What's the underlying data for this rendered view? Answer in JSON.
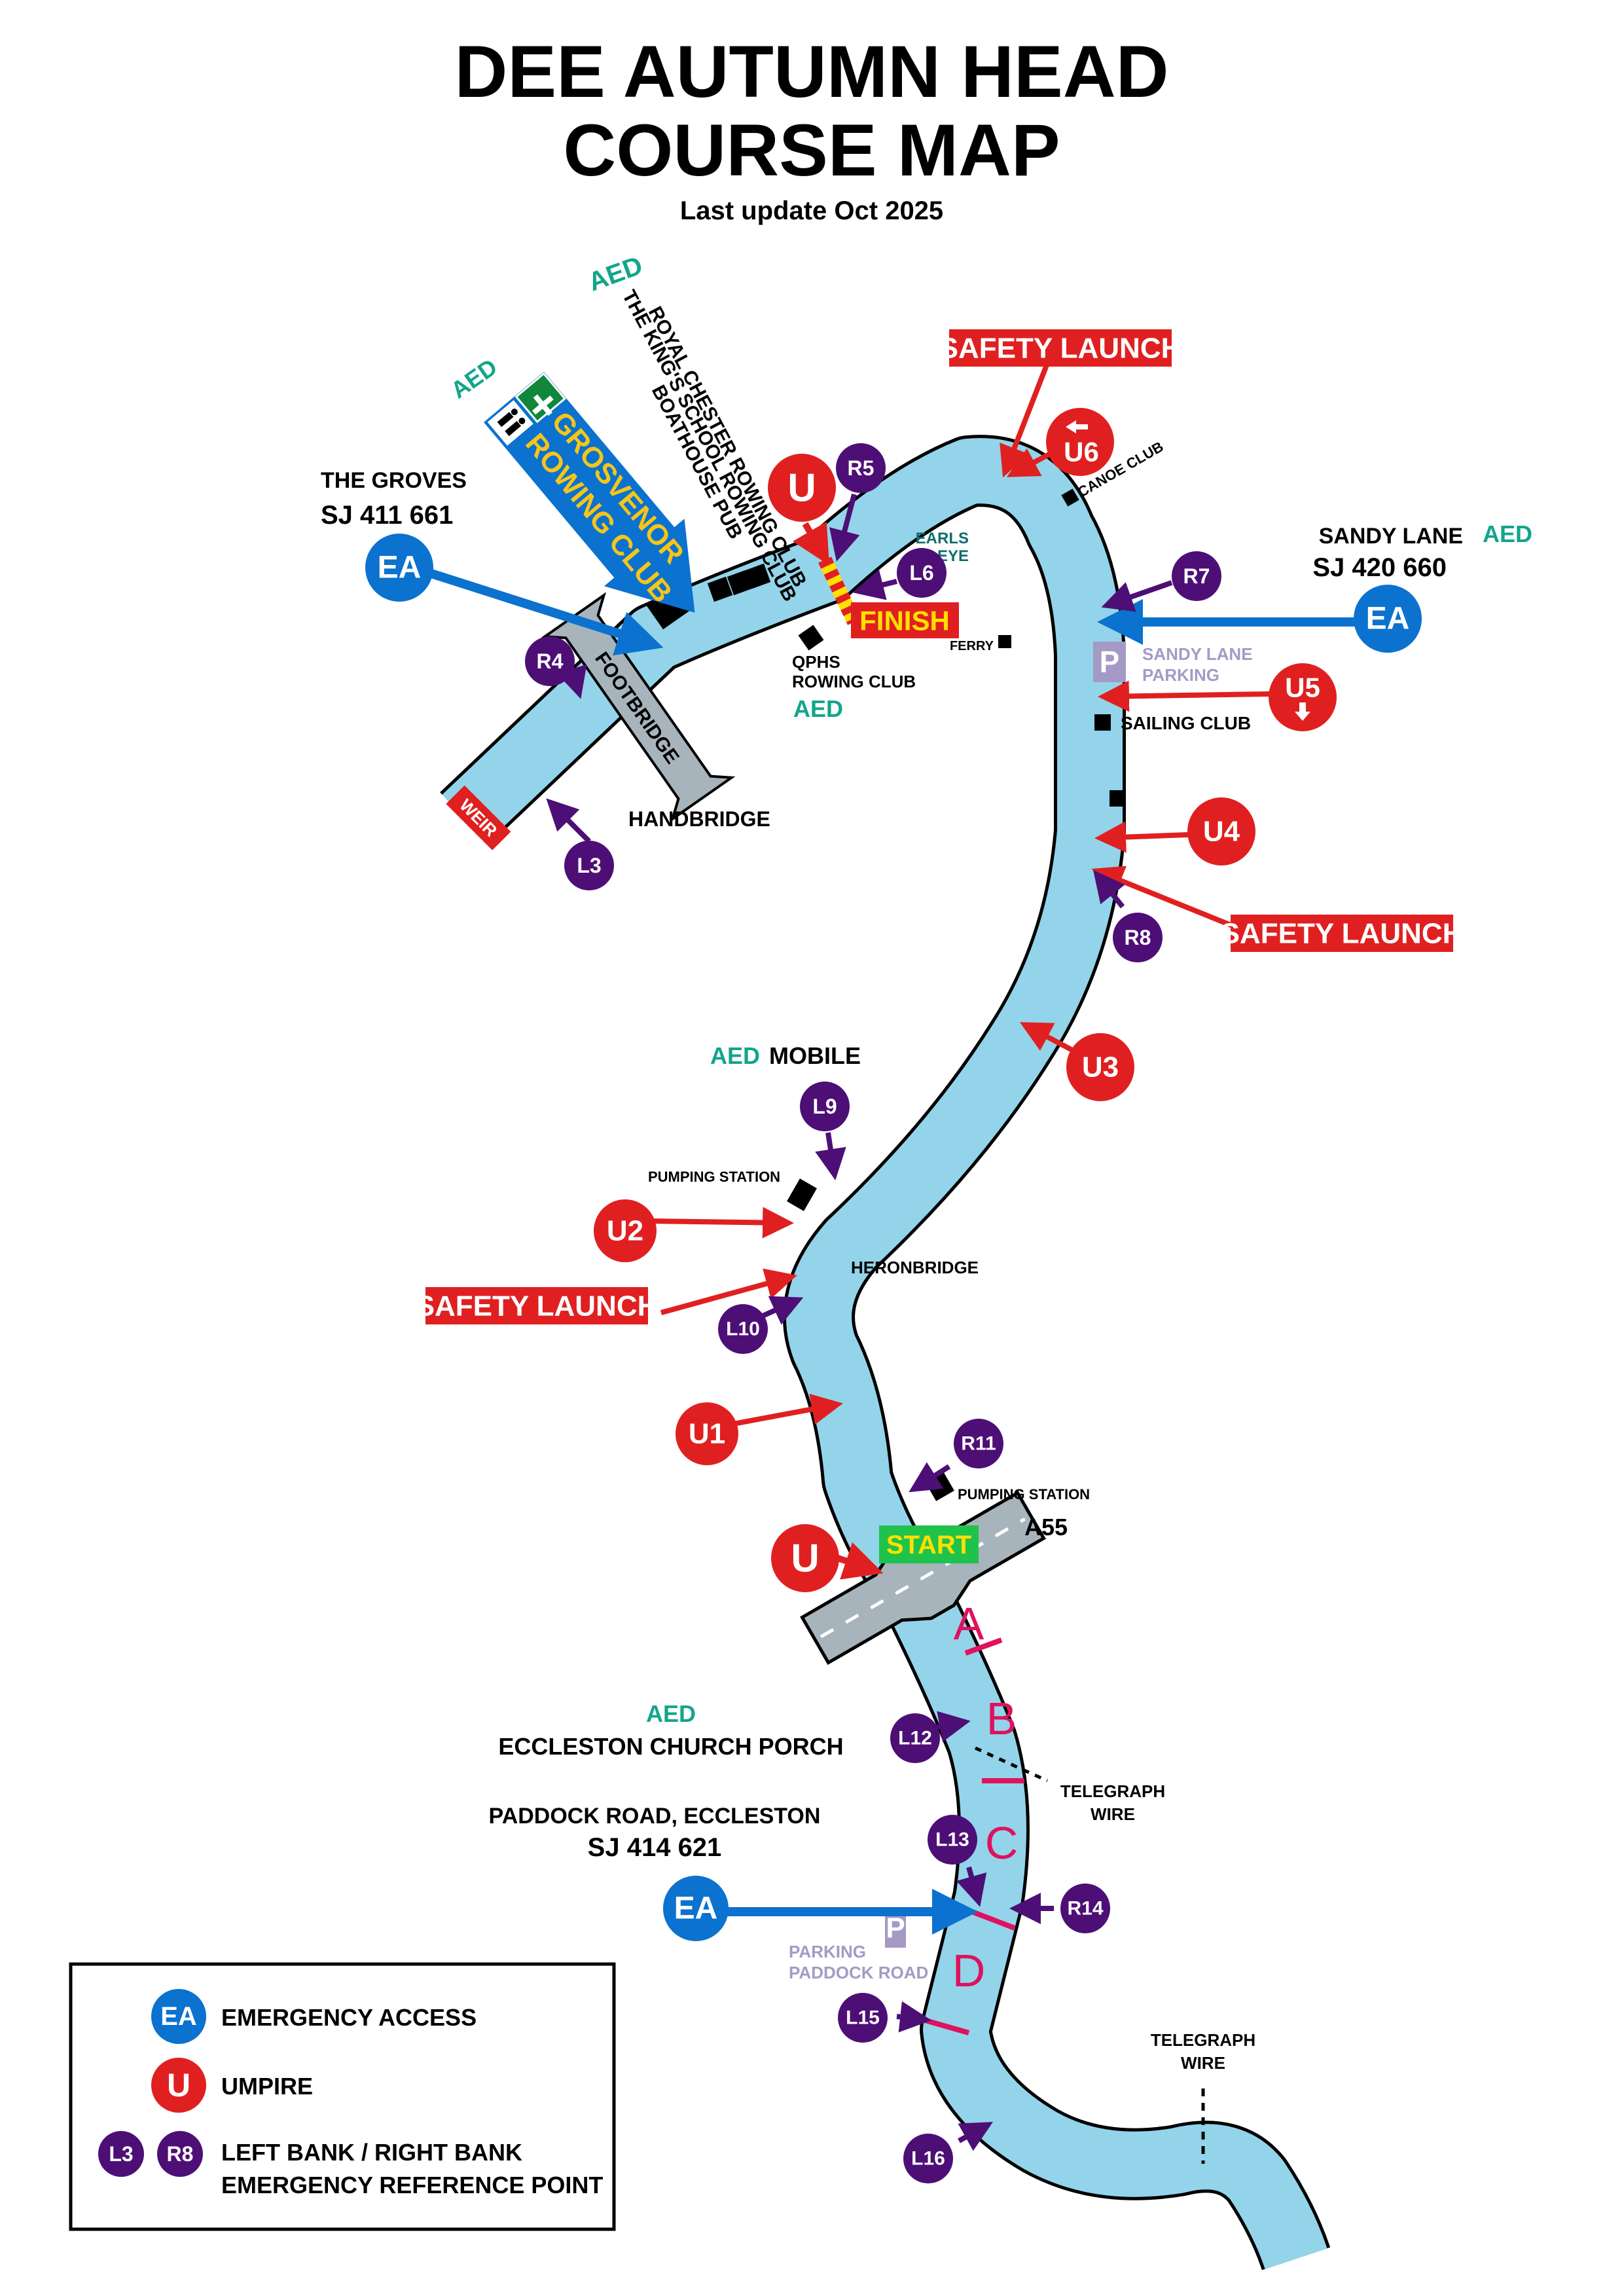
{
  "header": {
    "title_line1": "DEE AUTUMN HEAD",
    "title_line2": "COURSE MAP",
    "subtitle": "Last update Oct 2025"
  },
  "colors": {
    "river": "#93d4ea",
    "emergency_access": "#0b72cf",
    "umpire": "#e02020",
    "bank_point": "#4d0f76",
    "aed": "#12a58b",
    "parking": "#a49ac5",
    "segment_marks": "#e0115e",
    "start": "#1fc24a",
    "bridge": "#a8b4bc"
  },
  "emergency_access": [
    {
      "id": "ea-groves",
      "label": "EA",
      "place": "THE GROVES",
      "grid_ref": "SJ 411 661"
    },
    {
      "id": "ea-sandy",
      "label": "EA",
      "place": "SANDY LANE",
      "grid_ref": "SJ 420 660",
      "aed": "AED"
    },
    {
      "id": "ea-paddock",
      "label": "EA",
      "place": "PADDOCK ROAD, ECCLESTON",
      "grid_ref": "SJ 414 621"
    }
  ],
  "umpires": [
    {
      "id": "u-finish",
      "label": "U"
    },
    {
      "id": "u6",
      "label": "U6",
      "note_icon": "arrow-left-icon"
    },
    {
      "id": "u5",
      "label": "U5",
      "note_icon": "arrow-down-icon"
    },
    {
      "id": "u4",
      "label": "U4"
    },
    {
      "id": "u3",
      "label": "U3"
    },
    {
      "id": "u2",
      "label": "U2"
    },
    {
      "id": "u1",
      "label": "U1"
    },
    {
      "id": "u-start",
      "label": "U"
    }
  ],
  "bank_points": [
    {
      "id": "l3",
      "label": "L3"
    },
    {
      "id": "r4",
      "label": "R4"
    },
    {
      "id": "r5",
      "label": "R5"
    },
    {
      "id": "l6",
      "label": "L6"
    },
    {
      "id": "r7",
      "label": "R7"
    },
    {
      "id": "r8",
      "label": "R8"
    },
    {
      "id": "l9",
      "label": "L9"
    },
    {
      "id": "l10",
      "label": "L10"
    },
    {
      "id": "r11",
      "label": "R11"
    },
    {
      "id": "l12",
      "label": "L12"
    },
    {
      "id": "l13",
      "label": "L13"
    },
    {
      "id": "r14",
      "label": "R14"
    },
    {
      "id": "l15",
      "label": "L15"
    },
    {
      "id": "l16",
      "label": "L16"
    }
  ],
  "safety_launches": [
    {
      "id": "sl-top",
      "label": "SAFETY LAUNCH"
    },
    {
      "id": "sl-right",
      "label": "SAFETY LAUNCH"
    },
    {
      "id": "sl-left",
      "label": "SAFETY LAUNCH"
    }
  ],
  "markers": {
    "finish": "FINISH",
    "start": "START",
    "weir": "WEIR",
    "footbridge": "FOOTBRIDGE",
    "road": "A55",
    "segments": [
      "A",
      "B",
      "C",
      "D"
    ]
  },
  "places": {
    "grosvenor_line1": "GROSVENOR",
    "grosvenor_line2": "ROWING CLUB",
    "grosvenor_aed": "AED",
    "clubs_aed": "AED",
    "royal_chester": "ROYAL CHESTER ROWING CLUB",
    "kings_school": "THE KING'S SCHOOL ROWING CLUB",
    "boathouse_pub": "BOATHOUSE PUB",
    "qphs_line1": "QPHS",
    "qphs_line2": "ROWING CLUB",
    "qphs_aed": "AED",
    "earls_eye_line1": "EARLS",
    "earls_eye_line2": "EYE",
    "ferry": "FERRY",
    "canoe_club": "CANOE CLUB",
    "sandy_parking_line1": "SANDY LANE",
    "sandy_parking_line2": "PARKING",
    "sailing_club": "SAILING CLUB",
    "handbridge": "HANDBRIDGE",
    "aed_mobile_aed": "AED",
    "aed_mobile": "MOBILE",
    "pumping_station_1": "PUMPING STATION",
    "heronbridge": "HERONBRIDGE",
    "pumping_station_2": "PUMPING STATION",
    "eccleston_aed": "AED",
    "eccleston_church": "ECCLESTON CHURCH PORCH",
    "telegraph_1_line1": "TELEGRAPH",
    "telegraph_1_line2": "WIRE",
    "telegraph_2_line1": "TELEGRAPH",
    "telegraph_2_line2": "WIRE",
    "paddock_parking_line1": "PARKING",
    "paddock_parking_line2": "PADDOCK ROAD",
    "parking_symbol": "P"
  },
  "legend": {
    "items": [
      {
        "badges": [
          "EA"
        ],
        "text": "EMERGENCY ACCESS"
      },
      {
        "badges": [
          "U"
        ],
        "text": "UMPIRE"
      },
      {
        "badges": [
          "L3",
          "R8"
        ],
        "text_line1": "LEFT BANK / RIGHT BANK",
        "text_line2": "EMERGENCY REFERENCE POINT"
      }
    ]
  }
}
